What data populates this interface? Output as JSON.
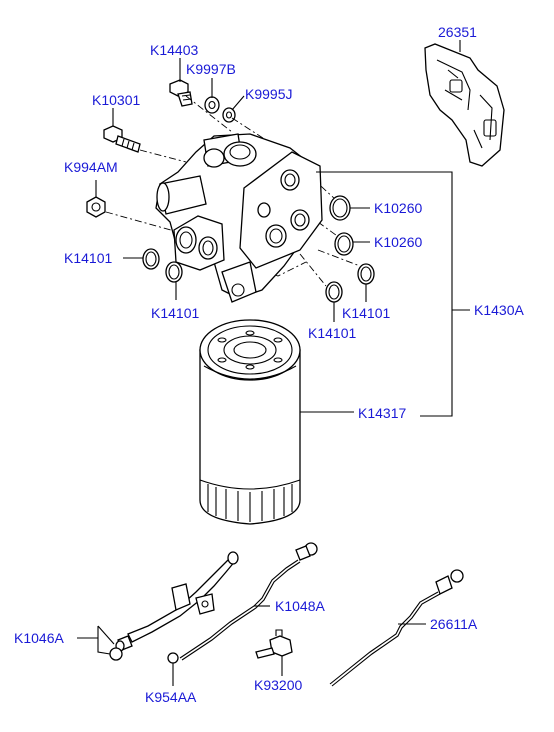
{
  "labels": {
    "k14403": "K14403",
    "k9997b": "K9997B",
    "k9995j": "K9995J",
    "k10301": "K10301",
    "k994am": "K994AM",
    "k10260_a": "K10260",
    "k10260_b": "K10260",
    "k14101_left": "K14101",
    "k14101_lower": "K14101",
    "k14101_right": "K14101",
    "k14101_center": "K14101",
    "k1430a": "K1430A",
    "k14317": "K14317",
    "p26351": "26351",
    "k1048a": "K1048A",
    "k1046a": "K1046A",
    "k954aa": "K954AA",
    "k93200": "K93200",
    "p26611a": "26611A"
  },
  "colors": {
    "label": "#1a1ad6",
    "line": "#000000",
    "background": "#ffffff"
  }
}
